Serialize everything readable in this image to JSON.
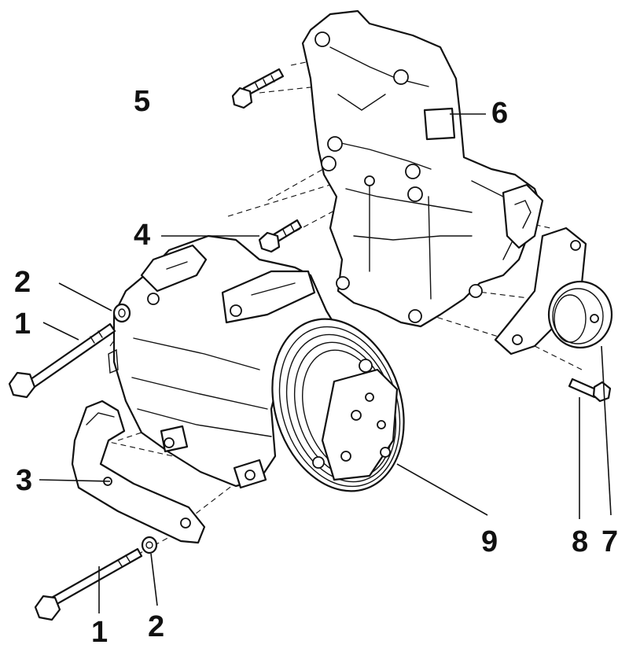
{
  "callouts": {
    "bolt_top_left": "1",
    "washer_top_left": "2",
    "bracket": "3",
    "bolt_middle": "4",
    "bolt_top": "5",
    "mount_bracket": "6",
    "tensioner_roller": "7",
    "roller_bolt": "8",
    "compressor": "9",
    "bolt_bottom": "1",
    "washer_bottom": "2"
  }
}
